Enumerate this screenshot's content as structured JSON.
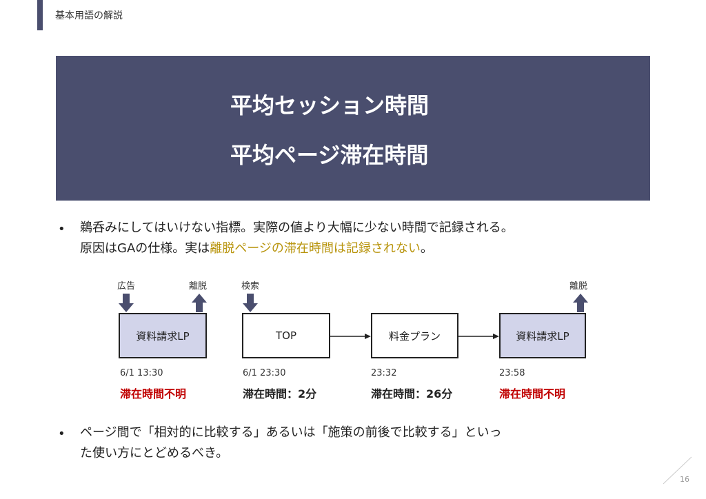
{
  "section_label": "基本用語の解説",
  "banner": {
    "line1": "平均セッション時間",
    "line2": "平均ページ滞在時間"
  },
  "bullet1": {
    "bullet": "•",
    "line1": "鵜呑みにしてはいけない指標。実際の値より大幅に少ない時間で記録される。",
    "line2_prefix": "原因はGAの仕様。実は",
    "line2_highlight": "離脱ページの滞在時間は記録されない",
    "line2_suffix": "。"
  },
  "bullet2": {
    "bullet": "•",
    "line1": "ページ間で「相対的に比較する」あるいは「施策の前後で比較する」といっ",
    "line2": "た使い方にとどめるべき。"
  },
  "flow": {
    "labels": {
      "ad": "広告",
      "exit1": "離脱",
      "search": "検索",
      "exit2": "離脱"
    },
    "boxes": [
      {
        "label": "資料請求LP",
        "time": "6/1 13:30",
        "duration": "滞在時間不明"
      },
      {
        "label": "TOP",
        "time": "6/1 23:30",
        "duration": "滞在時間：2分"
      },
      {
        "label": "料金プラン",
        "time": "23:32",
        "duration": "滞在時間：26分"
      },
      {
        "label": "資料請求LP",
        "time": "23:58",
        "duration": "滞在時間不明"
      }
    ]
  },
  "colors": {
    "banner": "#4a4e6e",
    "lp_box": "#d2d4ea",
    "highlight": "#b8940c",
    "unknown": "#c00000"
  },
  "page_number": "16"
}
